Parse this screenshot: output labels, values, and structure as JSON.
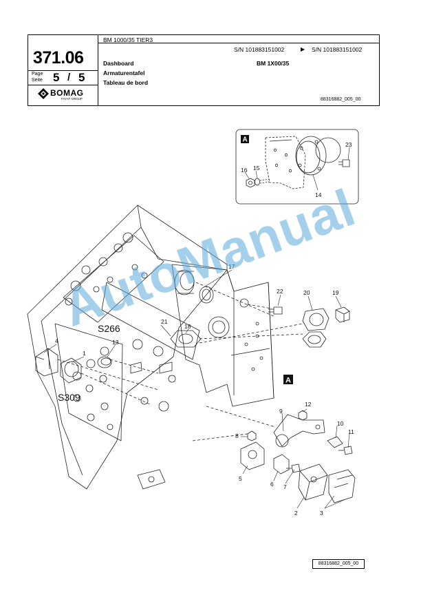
{
  "header": {
    "group_number": "371.06",
    "page_label_de": "Page",
    "page_label_en": "Seite",
    "page_current": "5",
    "page_separator": "/",
    "page_total": "5",
    "brand_name": "BOMAG",
    "brand_subtitle": "FAYAT GROUP",
    "model": "BM 1000/35 TIER3",
    "serial_from": "S/N 101883151002",
    "serial_arrow": "▶",
    "serial_to": "S/N 101883151002",
    "title_en": "Dashboard",
    "title_de": "Armaturentafel",
    "title_fr": "Tableau de bord",
    "variant": "BM 1X00/35",
    "drawing_number": "88316882_005_00"
  },
  "drawing": {
    "detail_label": "A",
    "callouts": [
      "1",
      "2",
      "3",
      "4",
      "5",
      "6",
      "7",
      "8",
      "9",
      "10",
      "11",
      "12",
      "13",
      "14",
      "15",
      "16",
      "17",
      "18",
      "19",
      "20",
      "21",
      "22",
      "23"
    ],
    "designations": [
      "S266",
      "S309"
    ]
  },
  "watermark": "AutoManual",
  "footer": {
    "drawing_ref": "88316882_005_00"
  }
}
